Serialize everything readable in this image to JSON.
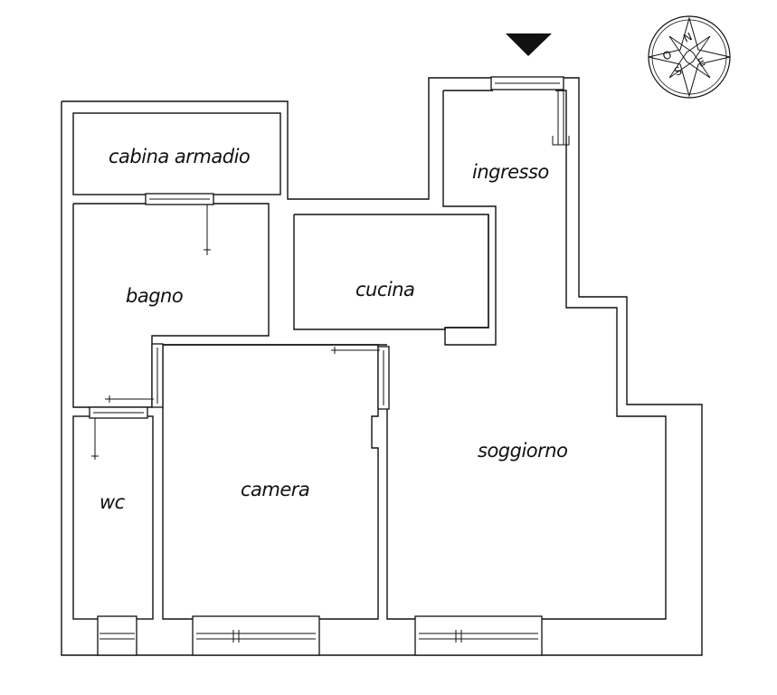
{
  "rooms": {
    "cabina_armadio": "cabina armadio",
    "ingresso": "ingresso",
    "bagno": "bagno",
    "cucina": "cucina",
    "soggiorno": "soggiorno",
    "wc": "wc",
    "camera": "camera"
  },
  "icons": {
    "entrance_marker": "entrance-arrow-icon",
    "compass": "compass-rose-icon"
  },
  "colors": {
    "line": "#111111",
    "background": "#ffffff"
  }
}
